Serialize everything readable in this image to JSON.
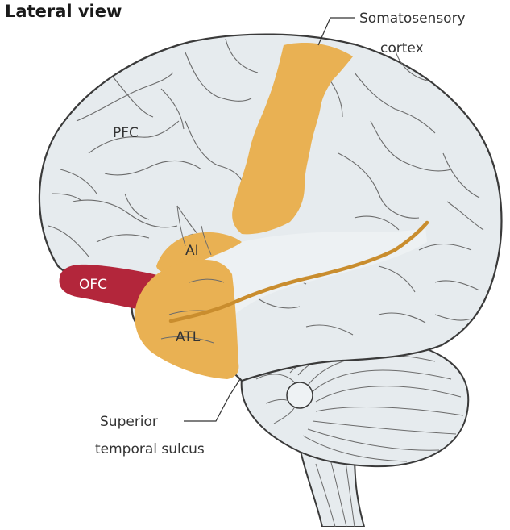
{
  "diagram": {
    "title": "Lateral view",
    "regions": {
      "pfc": "PFC",
      "ai": "AI",
      "ofc": "OFC",
      "atl": "ATL"
    },
    "callouts": {
      "somatosensory_line1": "Somatosensory",
      "somatosensory_line2": "cortex",
      "sts_line1": "Superior",
      "sts_line2": "temporal sulcus"
    },
    "colors": {
      "brain_fill": "#e6ebee",
      "brain_outline": "#3a3a3a",
      "gyri_lines": "#6b6b6b",
      "highlight_orange": "#e9b153",
      "ofc_red": "#b3263b",
      "sulcus_line": "#c98d2e"
    }
  }
}
